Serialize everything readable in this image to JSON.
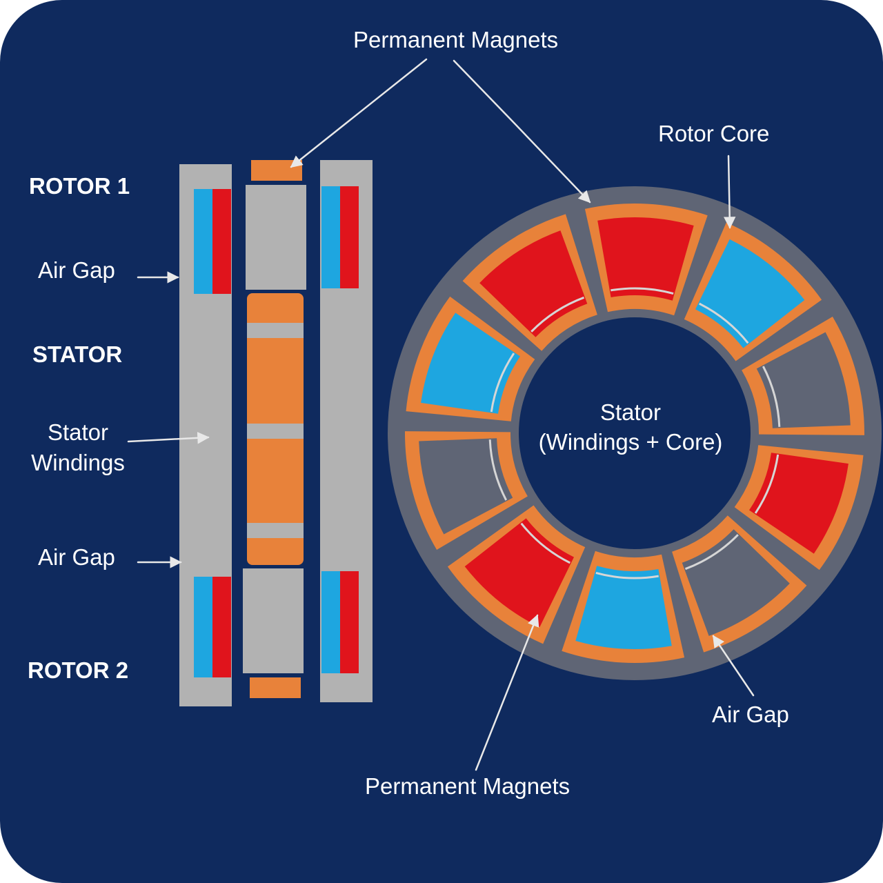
{
  "left_section": {
    "rotor1_label": "ROTOR 1",
    "air_gap_top_label": "Air Gap",
    "stator_label": "STATOR",
    "stator_windings_line1": "Stator",
    "stator_windings_line2": "Windings",
    "air_gap_bottom_label": "Air Gap",
    "rotor2_label": "ROTOR 2"
  },
  "right_section": {
    "permanent_magnets_top_label": "Permanent Magnets",
    "rotor_core_label": "Rotor Core",
    "stator_center_line1": "Stator",
    "stator_center_line2": "(Windings + Core)",
    "air_gap_label": "Air Gap",
    "permanent_magnets_bottom_label": "Permanent Magnets"
  },
  "colors": {
    "background": "#0f2a5e",
    "rotor_gray": "#b2b2b2",
    "stator_orange": "#e8823a",
    "magnet_blue": "#1ea6e0",
    "magnet_red": "#e0141c",
    "core_gray": "#5f6575",
    "arrow": "#e8e8e8",
    "text": "#ffffff"
  }
}
